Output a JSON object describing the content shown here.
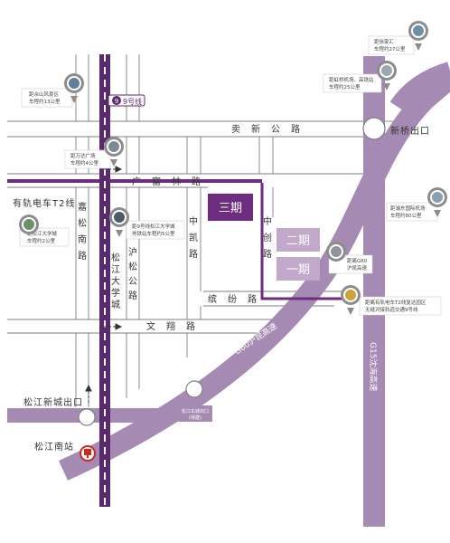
{
  "colors": {
    "purple": "#a58ab3",
    "purple_dark": "#6e2e80",
    "purple_light": "#c2a9cc",
    "road_line": "#7f7f7f",
    "metro_dark": "#5b2a6e"
  },
  "roads": {
    "maixin": "卖　新　公　路",
    "guangfulin": "广　富　林　路",
    "wenxiang": "文　翔　路",
    "binfen": "缤　纷　路",
    "jiasong": [
      "嘉",
      "松",
      "南",
      "路"
    ],
    "husong": [
      "沪",
      "松",
      "公",
      "路"
    ],
    "zhongkai": [
      "中",
      "凯",
      "路"
    ],
    "zhongchuang": [
      "中",
      "创",
      "路"
    ],
    "g60": "G60沪昆高速",
    "g15": "G15沈海高速"
  },
  "labels": {
    "metro9": "9号线",
    "songjiang_daxuecheng": [
      "松",
      "江",
      "大",
      "学",
      "城"
    ],
    "tram_t2": "有轨电车T2线",
    "xinqiao_exit": "新桥出口",
    "songjiang_xincheng_exit": "松江新城出口",
    "songjiang_south_station": "松江南站",
    "songjiang_east_exit": [
      "松江东城出口",
      "(待建)"
    ]
  },
  "phases": {
    "phase3": "三期",
    "phase2": "二期",
    "phase1": "一期"
  },
  "pois": [
    {
      "id": "yushan",
      "icon": "mountain-icon",
      "lines": [
        "距佘山风景区",
        "车程约13公里"
      ]
    },
    {
      "id": "wanda",
      "icon": "building-icon",
      "lines": [
        "距万达广场",
        "车程约4公里"
      ]
    },
    {
      "id": "xintiandi",
      "icon": "tower-icon",
      "lines": [
        "距徐家汇",
        "车程约27公里"
      ]
    },
    {
      "id": "hongqiao",
      "icon": "plane-icon",
      "lines": [
        "距虹桥机场、高铁站",
        "车程约25公里"
      ]
    },
    {
      "id": "pudong",
      "icon": "plane-icon",
      "lines": [
        "距浦东国际机场",
        "车程约80公里"
      ]
    },
    {
      "id": "daxue",
      "icon": "campus-icon",
      "lines": [
        "距松江大学城",
        "车程约2公里"
      ]
    },
    {
      "id": "metro",
      "icon": "train-icon",
      "lines": [
        "距9号线松江大学城",
        "地铁站车程约5公里"
      ]
    },
    {
      "id": "g60",
      "icon": "highway-icon",
      "lines": [
        "距离G60",
        "沪昆高速"
      ]
    },
    {
      "id": "tram",
      "icon": "tram-icon",
      "lines": [
        "距离有轨电车T2线复达园区",
        "无缝对接轨道交通9号线"
      ]
    }
  ]
}
